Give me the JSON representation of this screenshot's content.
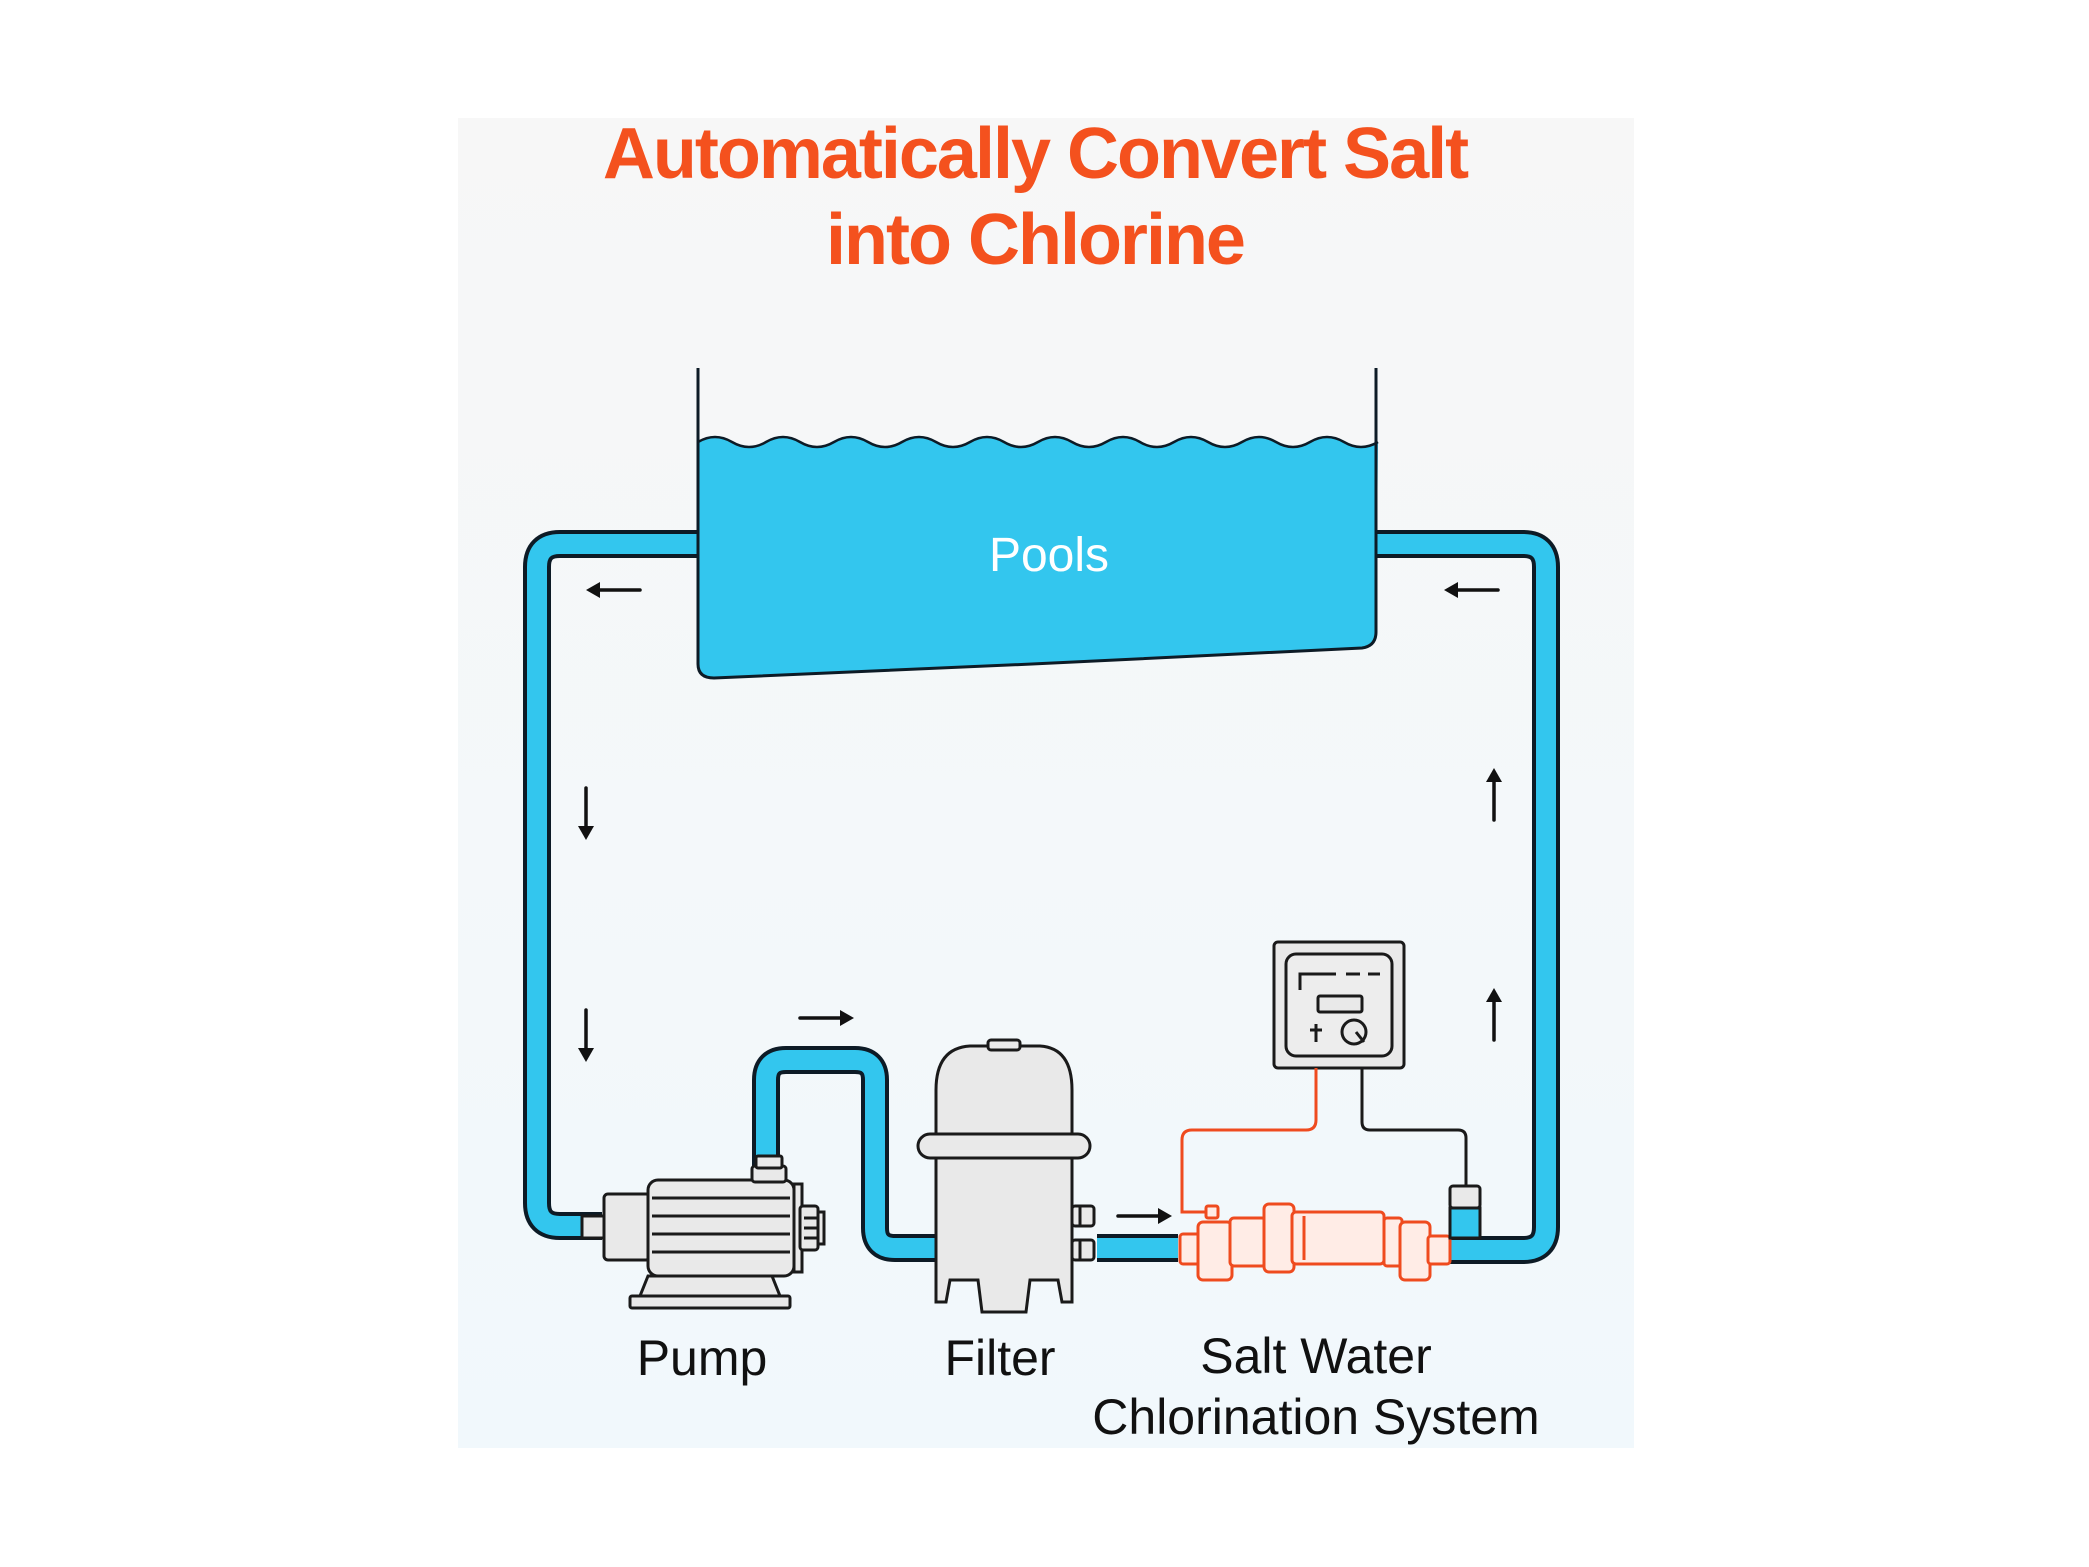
{
  "title": {
    "line1": "Automatically Convert Salt",
    "line2": "into Chlorine"
  },
  "pool": {
    "label": "Pools"
  },
  "components": {
    "pump": "Pump",
    "filter": "Filter",
    "chlorinator_line1": "Salt Water",
    "chlorinator_line2": "Chlorination System"
  },
  "icons": {
    "pump": "pump-icon",
    "filter": "filter-tank-icon",
    "cell": "salt-cell-icon",
    "controller": "control-box-icon",
    "sensor": "flow-sensor-icon",
    "arrow": "flow-arrow-icon"
  },
  "colors": {
    "title": "#f4511e",
    "water": "#33c6ee",
    "cell": "#ef4b1f",
    "panel_top": "#f7f7f7",
    "panel_bottom": "#f1f8fc"
  }
}
